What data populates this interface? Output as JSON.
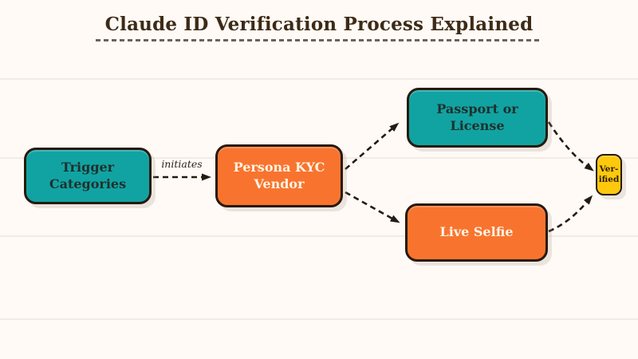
{
  "title": {
    "text": "Claude ID Verification Process Explained"
  },
  "nodes": {
    "trigger": {
      "label": "Trigger Categories",
      "fill": "#11a3a2"
    },
    "persona": {
      "label": "Persona KYC Vendor",
      "fill": "#f8742e"
    },
    "passport": {
      "label": "Passport or License",
      "fill": "#11a3a2"
    },
    "selfie": {
      "label": "Live Selfie",
      "fill": "#f8742e"
    },
    "verified": {
      "label": "Ver-ified",
      "fill": "#fec80d"
    }
  },
  "edges": {
    "initiates_label": "initiates"
  },
  "colors": {
    "background": "#fffaf6",
    "teal": "#11a3a2",
    "orange": "#f8742e",
    "yellow": "#fec80d",
    "connector": "#241a10",
    "title_text": "#3d2b17"
  }
}
